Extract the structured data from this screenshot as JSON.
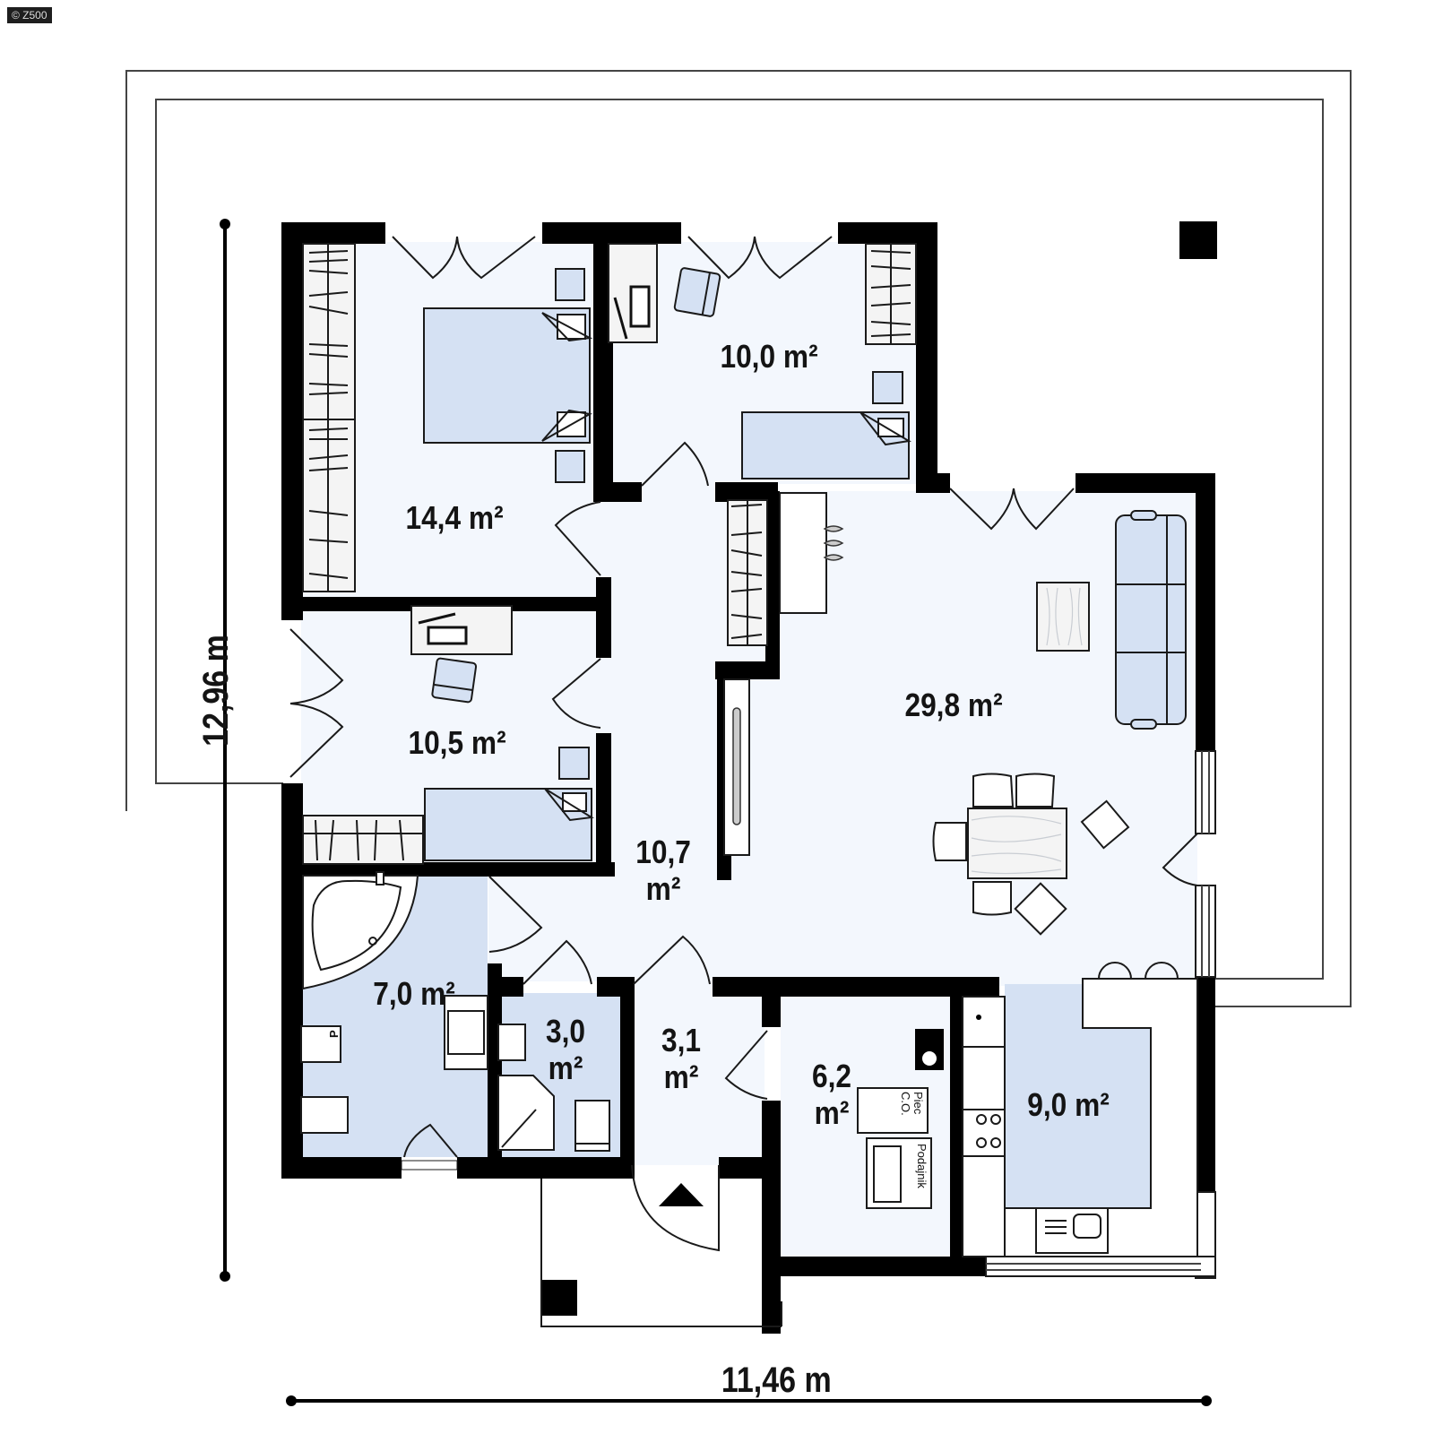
{
  "watermark": "© Z500",
  "dimensions": {
    "depth": "12,96 m",
    "width": "11,46 m"
  },
  "rooms": [
    {
      "id": "bedroom-master",
      "area": "14,4 m²"
    },
    {
      "id": "bedroom-2",
      "area": "10,0 m²"
    },
    {
      "id": "bedroom-3",
      "area": "10,5 m²"
    },
    {
      "id": "hall",
      "area_line1": "10,7",
      "area_line2": "m²"
    },
    {
      "id": "living-dining",
      "area": "29,8 m²"
    },
    {
      "id": "bathroom",
      "area": "7,0 m²"
    },
    {
      "id": "wc",
      "area_line1": "3,0",
      "area_line2": "m²"
    },
    {
      "id": "vestibule",
      "area_line1": "3,1",
      "area_line2": "m²"
    },
    {
      "id": "boiler-room",
      "area_line1": "6,2",
      "area_line2": "m²"
    },
    {
      "id": "kitchen",
      "area": "9,0 m²"
    }
  ],
  "boiler_labels": {
    "piec": "Piec",
    "co": "C.O.",
    "podajnik": "Podajnik"
  },
  "bathroom_labels": {
    "p": "P"
  },
  "colors": {
    "wall": "#000000",
    "room_light": "#f3f7fd",
    "room_blue": "#d5e1f3",
    "furniture": "#d5e1f3"
  }
}
